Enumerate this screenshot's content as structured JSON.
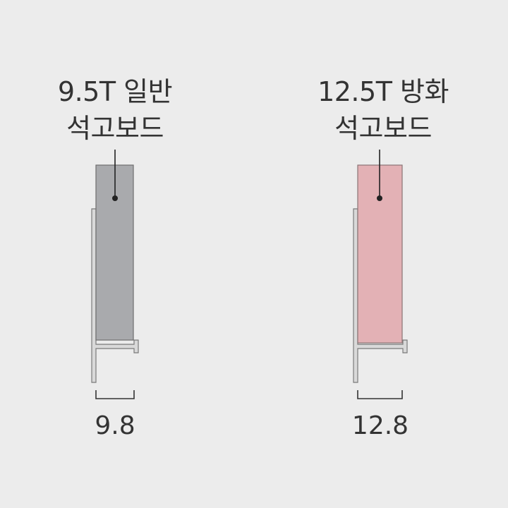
{
  "panels": [
    {
      "title_line1": "9.5T 일반",
      "title_line2": "석고보드",
      "dimension": "9.8",
      "board_color": "#a9aaad"
    },
    {
      "title_line1": "12.5T 방화",
      "title_line2": "석고보드",
      "dimension": "12.8",
      "board_color": "#e3b1b5"
    }
  ],
  "colors": {
    "background": "#ececec",
    "profile_fill": "#d9d9d9",
    "outline": "#7a7a7a",
    "leader": "#222222",
    "text": "#333333"
  }
}
